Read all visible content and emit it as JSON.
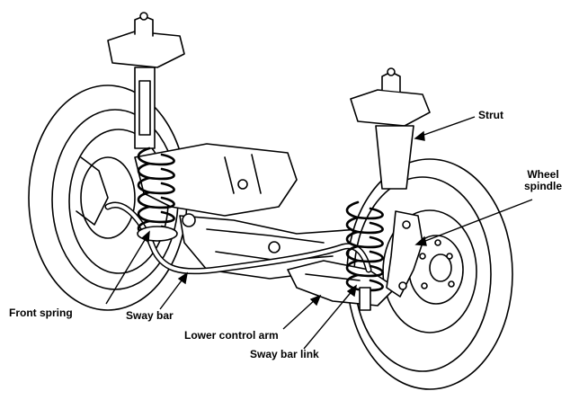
{
  "labels": {
    "strut": "Strut",
    "wheel_line1": "Wheel",
    "wheel_line2": "spindle",
    "front_spring": "Front spring",
    "sway_bar": "Sway bar",
    "lower_control_arm": "Lower control arm",
    "sway_bar_link": "Sway bar link"
  },
  "colors": {
    "ink": "#000000",
    "paper": "#ffffff"
  }
}
